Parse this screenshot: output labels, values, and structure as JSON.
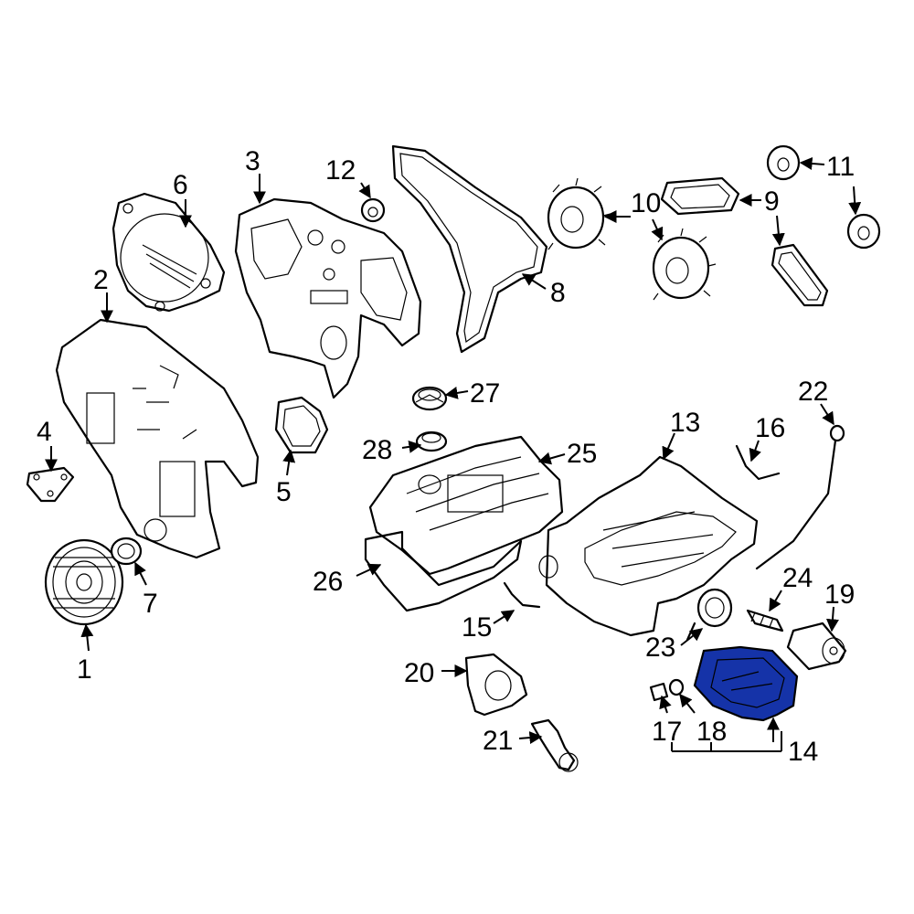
{
  "colors": {
    "highlight": "#1533a8",
    "line": "#000000",
    "background": "#ffffff"
  },
  "callouts": {
    "c1": "1",
    "c2": "2",
    "c3": "3",
    "c4": "4",
    "c5": "5",
    "c6": "6",
    "c7": "7",
    "c8": "8",
    "c9": "9",
    "c10": "10",
    "c11": "11",
    "c12": "12",
    "c13": "13",
    "c14": "14",
    "c15": "15",
    "c16": "16",
    "c17": "17",
    "c18": "18",
    "c19": "19",
    "c20": "20",
    "c21": "21",
    "c22": "22",
    "c23": "23",
    "c24": "24",
    "c25": "25",
    "c26": "26",
    "c27": "27",
    "c28": "28"
  },
  "highlighted_part": "14"
}
